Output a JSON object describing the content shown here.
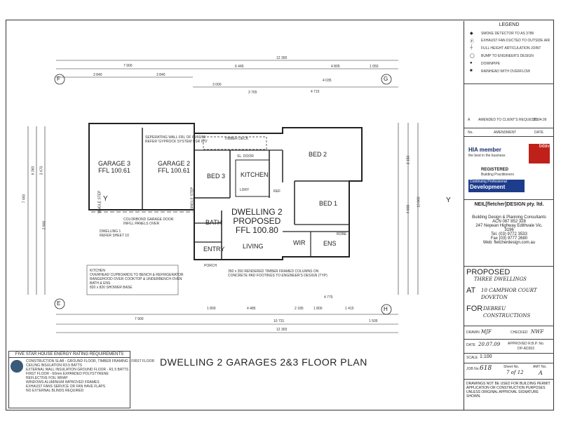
{
  "title": "DWELLING 2 GARAGES 2&3 FLOOR PLAN",
  "legend": {
    "heading": "LEGEND",
    "items": [
      "SMOKE DETECTOR TO AS 3786",
      "EXHAUST FAN DUCTED TO OUTSIDE AIR",
      "FULL HEIGHT ARTICULATION JOINT",
      "BUMP TO ENGINEER'S DESIGN",
      "DOWNPIPE",
      "RAINHEAD WITH OVERFLOW"
    ]
  },
  "amendment": {
    "letter": "A",
    "text": "AMENDED TO CLIENT'S REQUESTS",
    "date": "30.04.09",
    "col_no": "No.",
    "col_amend": "AMENDMENT",
    "col_date": "DATE"
  },
  "badges": {
    "hia": "HIA member",
    "hia_sub": "the best in the business",
    "registered": "REGISTERED",
    "registered_sub": "Building Practitioners",
    "cpd1": "Continuing Professional",
    "cpd2": "Development",
    "bdav": "bdav"
  },
  "company": {
    "name": "NEIL[fletcher]DESIGN pty. ltd.",
    "lines": [
      "Building Design & Planning Consultants",
      "ACN 087 852 328",
      "247 Nepean Highway Edithvale Vic.",
      "3196",
      "Tel. (03) 9772 3533",
      "Fax (03) 9777 2680",
      "Web: fletcherdesign.com.au"
    ]
  },
  "project": {
    "proposed_label": "PROPOSED",
    "proposed_value": "THREE DWELLINGS",
    "at_label": "AT",
    "at_value1": "10 CAMPHOR COURT",
    "at_value2": "DOVETON",
    "for_label": "FOR",
    "for_value1": "DEBREU",
    "for_value2": "CONSTRUCTIONS"
  },
  "drawing": {
    "drawn_label": "DRAWN",
    "drawn": "MJF",
    "checked_label": "CHECKED",
    "checked": "NWF",
    "date_label": "DATE",
    "date": "20.07.09",
    "approved_label": "APPROVED R.B.P. No.",
    "approved": "DP-AD363",
    "scale_label": "SCALE",
    "scale": "1:100",
    "job_label": "JOB No.",
    "job": "618",
    "sheet_label": "Sheet No.",
    "sheet": "7 of 12",
    "amt_label": "AMT No.",
    "amt": "A",
    "disclaimer": "DRAWINGS NOT BE USED FOR BUILDING PERMIT APPLICATION OR CONSTRUCTION PURPOSES UNLESS ORIGINAL APPROVAL SIGNATURE SHOWN."
  },
  "energy": {
    "heading": "FIVE STAR HOUSE ENERGY RATING REQUIREMENTS",
    "lines": [
      "CONSTRUCTION SLAB - GROUND FLOOR, TIMBER FRAMING - FIRST FLOOR",
      "CEILING INSULATION  R3.5 BATTS",
      "EXTERNAL WALL INSULATION  GROUND FLOOR - R1.5 BATTS",
      "FIRST FLOOR - 60mm EXPANDED POLYSTYRENE",
      "REFLECTIVE FOIL WRAP",
      "WINDOWS  ALUMINIUM IMPROVED FRAMES",
      "EXHAUST FANS SERVICE OR FAN HAVE FLAPS",
      "NO EXTERNAL BLINDS REQUIRED"
    ]
  },
  "rooms": {
    "garage3": "GARAGE 3",
    "garage3_ffl": "FFL 100.61",
    "garage2": "GARAGE 2",
    "garage2_ffl": "FFL 100.61",
    "bed3": "BED 3",
    "bed2": "BED 2",
    "bed1": "BED 1",
    "kitchen": "KITCHEN",
    "dwelling": "DWELLING 2",
    "proposed": "PROPOSED",
    "ffl": "FFL 100.80",
    "living": "LIVING",
    "bath": "BATH",
    "entry": "ENTRY",
    "wir": "WIR",
    "ens": "ENS",
    "robe": "ROBE",
    "ldry": "LDRY",
    "ref": "REF",
    "deck": "TIMBER DECK",
    "sldoor": "SL. DOOR",
    "porch": "PORCH",
    "single_step": "SINGLE STEP",
    "single_step2": "SINGLE STEP",
    "dwelling1": "DWELLING 1",
    "dwelling1_ref": "REFER SHEET 10"
  },
  "notes": {
    "wall": "SEPERATING WALL FRL OF 60/60/60",
    "wall2": "REFER 'GYPROCK SYSTEM CSR 670'",
    "garage_door": "COLORBOND GARAGE DOOR",
    "infill": "INFILL PANELS OVER",
    "kitchen_h": "KITCHEN",
    "kitchen1": "OVERHEAD CUPBOARDS TO BENCH & REFRIGERATOR",
    "kitchen2": "RANGEHOOD OVER COOKTOP & UNDERBENCH OVEN",
    "kitchen3": "BATH & ENS",
    "kitchen4": "820 x 820 SHOWER BASE",
    "columns": "350 x 350 RENDERED TIMBER FRAMED COLUMNS ON",
    "columns2": "CONCRETE PAD FOOTINGS TO ENGINEER'S DESIGN (TYP)"
  },
  "dims": {
    "overall_top": "12 300",
    "overall_bot": "12 303",
    "bot2": "10 731",
    "left_total": "7 900",
    "d7900": "7 900",
    "d6445": "6 445",
    "d4805": "4 805",
    "d3840": "3 840",
    "d3840b": "3 840",
    "d3000": "3 000",
    "d3765": "3 765",
    "d4715": "4 715",
    "d4035": "4 035",
    "d1050": "1 050",
    "b1800": "1 800",
    "b4485": "4 485",
    "b2180": "2 180",
    "b1800b": "1 800",
    "b1415": "1 415",
    "b4775": "4 775",
    "b1505": "1 505",
    "l7460": "7 460",
    "l6360": "6 360",
    "l3470": "3 470",
    "l2900": "2 900",
    "r13860": "13 860",
    "r4900": "4 900",
    "r3150": "3 150"
  },
  "gridmarks": {
    "f": "F",
    "g": "G",
    "e": "E",
    "h": "H",
    "y1": "Y",
    "y2": "Y"
  }
}
